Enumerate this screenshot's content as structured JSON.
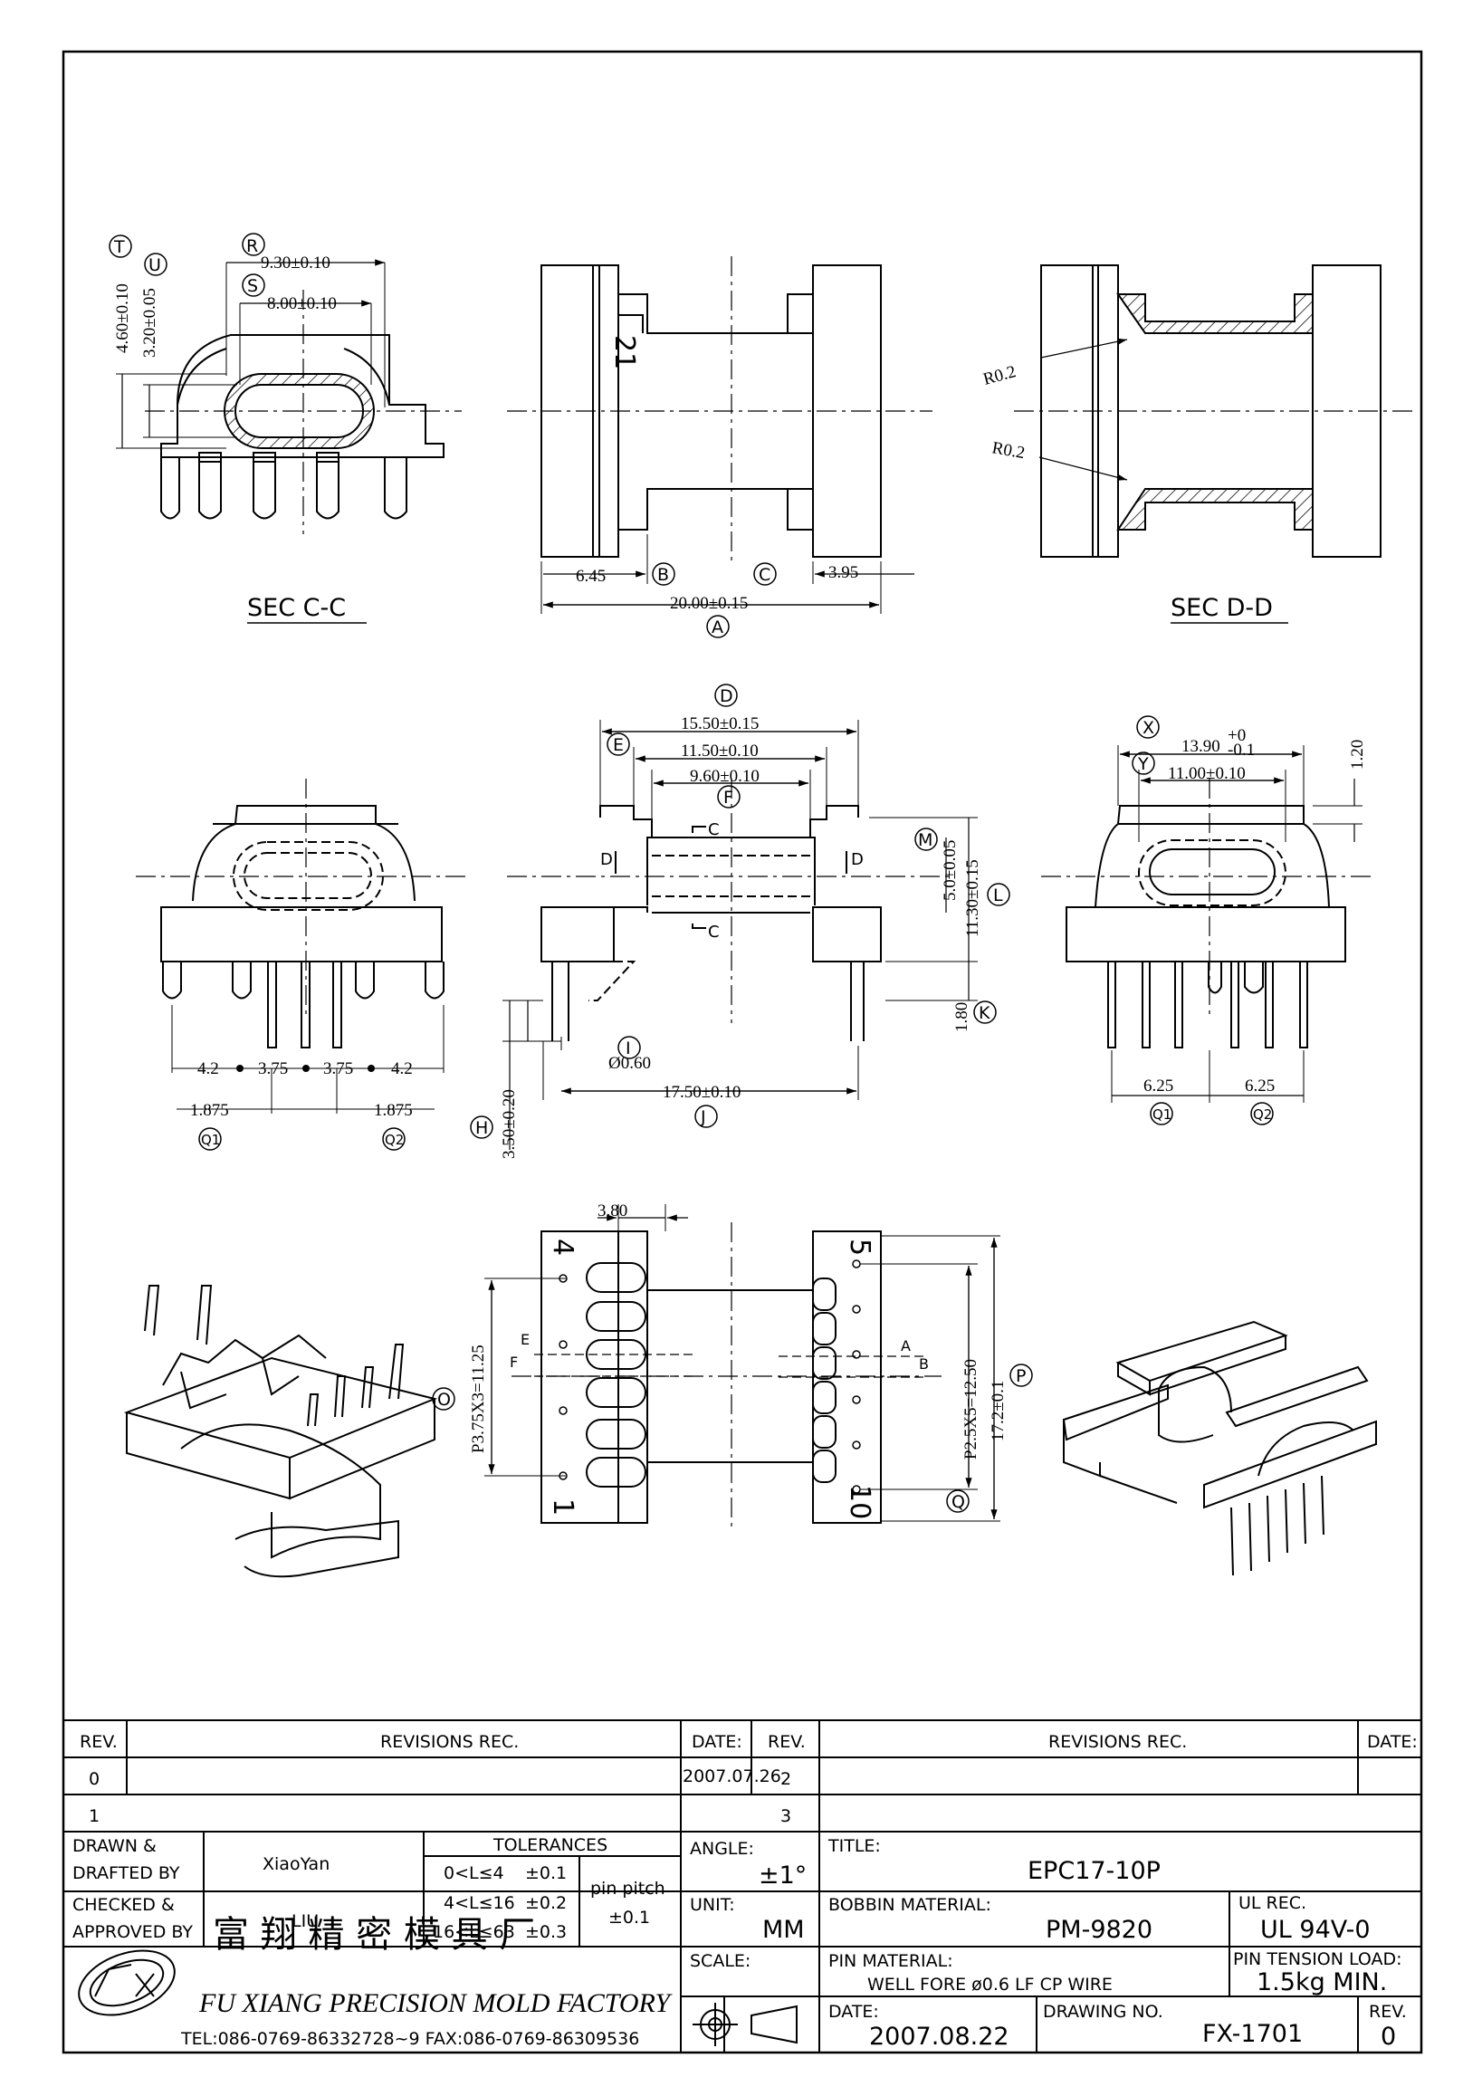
{
  "views": {
    "sec_cc": {
      "title": "SEC C-C",
      "dims": {
        "R": "9.30±0.10",
        "S": "8.00±0.10",
        "T": "4.60±0.10",
        "U": "3.20±0.05"
      },
      "tags": [
        "R",
        "S",
        "T",
        "U"
      ]
    },
    "top_view": {
      "pin_mark": "21",
      "dims": {
        "B": "6.45",
        "C": "3.95",
        "A": "20.00±0.15"
      },
      "tags": [
        "A",
        "B",
        "C"
      ]
    },
    "sec_dd": {
      "title": "SEC D-D",
      "radii": [
        "R0.2",
        "R0.2"
      ]
    },
    "left_front": {
      "dims": {
        "pitch_outer": "4.2",
        "pitch_inner": "3.75",
        "half_pitch": "1.875"
      },
      "tags": [
        "Q1",
        "Q2"
      ]
    },
    "center_front": {
      "dims": {
        "D": "15.50±0.15",
        "E": "11.50±0.10",
        "F": "9.60±0.10",
        "M": "5.0±0.05",
        "L": "11.30±0.15",
        "K": "1.80",
        "H": "3.50±0.20",
        "I": "Ø0.60",
        "J": "17.50±0.10"
      },
      "tags": [
        "D",
        "E",
        "F",
        "M",
        "L",
        "K",
        "H",
        "I",
        "J"
      ],
      "section_marks": [
        "C",
        "C",
        "D",
        "D"
      ]
    },
    "right_front": {
      "dims": {
        "X_base": "13.90",
        "X_tol_up": "+0",
        "X_tol_dn": "-0.1",
        "Y": "11.00±0.10",
        "top": "1.20",
        "Q1": "6.25",
        "Q2": "6.25"
      },
      "tags": [
        "X",
        "Y",
        "Q1",
        "Q2"
      ]
    },
    "bottom_view": {
      "dims": {
        "width": "3.80",
        "O": "P3.75X3=11.25",
        "P1": "P2.5X5=12.50",
        "P2": "17.2±0.1"
      },
      "pin_numbers": [
        "4",
        "1",
        "5",
        "10"
      ],
      "section_marks": [
        "E",
        "F",
        "A",
        "B"
      ],
      "tags": [
        "O",
        "P",
        "Q"
      ]
    }
  },
  "title_block": {
    "rev_header": "REV.",
    "revisions_header": "REVISIONS  REC.",
    "date_header": "DATE:",
    "rev_rows": [
      {
        "rev": "0",
        "date": "2007.07.26",
        "rev2": "2"
      },
      {
        "rev": "1",
        "date": "",
        "rev2": "3"
      }
    ],
    "drawn_label": "DRAWN &",
    "drafted_label": "DRAFTED BY",
    "drawn_by": "XiaoYan",
    "checked_label": "CHECKED &",
    "approved_label": "APPROVED BY",
    "checked_by": "LIU",
    "tolerances_title": "TOLERANCES",
    "tolerances": [
      {
        "range": "0<L≤4",
        "tol": "±0.1"
      },
      {
        "range": "4<L≤16",
        "tol": "±0.2"
      },
      {
        "range": "16<L≤63",
        "tol": "±0.3"
      }
    ],
    "pin_pitch_label": "pin pitch",
    "pin_pitch_tol": "±0.1",
    "angle_label": "ANGLE:",
    "angle_value": "±1°",
    "unit_label": "UNIT:",
    "unit_value": "MM",
    "scale_label": "SCALE:",
    "title_label": "TITLE:",
    "title_value": "EPC17-10P",
    "bobbin_label": "BOBBIN MATERIAL:",
    "bobbin_value": "PM-9820",
    "ul_label": "UL REC.",
    "ul_value": "UL 94V-0",
    "pin_material_label": "PIN MATERIAL:",
    "pin_material_value": "WELL FORE ø0.6 LF CP WIRE",
    "pin_tension_label": "PIN TENSION LOAD:",
    "pin_tension_value": "1.5kg MIN.",
    "date_label": "DATE:",
    "date_value": "2007.08.22",
    "drawing_no_label": "DRAWING NO.",
    "drawing_no_value": "FX-1701",
    "rev_label": "REV.",
    "rev_value": "0",
    "company_cn": "富 翔 精 密 模 具 厂",
    "company_en": "FU XIANG PRECISION MOLD FACTORY",
    "contact": "TEL:086-0769-86332728~9  FAX:086-0769-86309536"
  }
}
